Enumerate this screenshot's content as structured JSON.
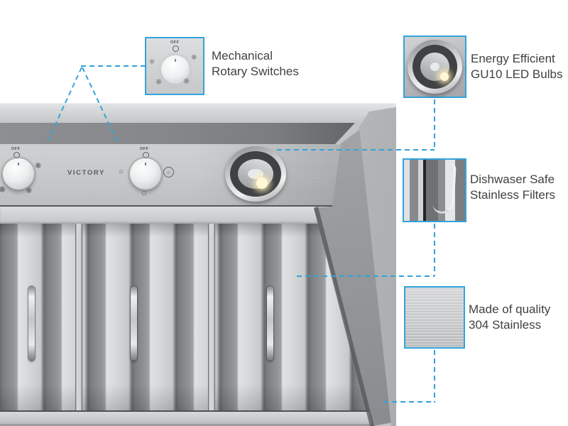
{
  "accent_color": "#33a3da",
  "label_text_color": "#3f4143",
  "product": {
    "brand": "VICTORY",
    "off_label": "OFF"
  },
  "icons": {
    "fan": "❋",
    "asterisk": "✳",
    "sun": "☼"
  },
  "callouts": [
    {
      "name": "mechanical-rotary-switches",
      "line1": "Mechanical",
      "line2": "Rotary Switches"
    },
    {
      "name": "energy-efficient-gu10-led-bulbs",
      "line1": "Energy Efficient",
      "line2": "GU10 LED Bulbs"
    },
    {
      "name": "dishwasher-safe-stainless-filters",
      "line1": "Dishwaser Safe",
      "line2": "Stainless Filters"
    },
    {
      "name": "made-of-quality-304-stainless",
      "line1": "Made of quality",
      "line2": "304 Stainless"
    }
  ]
}
